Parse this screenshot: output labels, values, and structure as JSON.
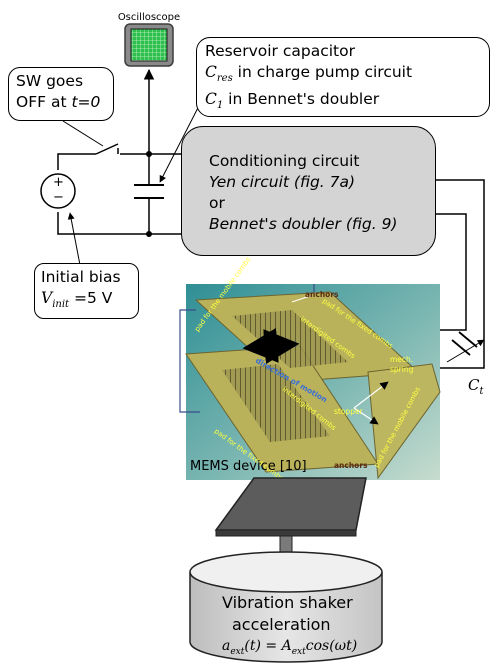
{
  "oscilloscope": {
    "label": "Oscilloscope"
  },
  "reservoir": {
    "line1": "Reservoir capacitor",
    "line2_sym": "C",
    "line2_sub": "res",
    "line2_rest": " in charge pump circuit",
    "line3_sym": "C",
    "line3_sub": "1",
    "line3_rest": " in Bennet's doubler"
  },
  "switch_note": {
    "line1": "SW goes",
    "line2": "OFF at ",
    "line2_t": "t=0"
  },
  "conditioning": {
    "line1": "Conditioning circuit",
    "line2": "Yen circuit (fig. 7a)",
    "line3": "or",
    "line4": "Bennet's doubler (fig. 9)"
  },
  "bias": {
    "line1": "Initial bias",
    "sym": "V",
    "sub": "init",
    "rest": " =5 V"
  },
  "source": {
    "plus": "+",
    "minus": "−"
  },
  "ct": {
    "sym": "C",
    "sub": "t"
  },
  "mems": {
    "caption": "MEMS device [10]",
    "anchors_top": "anchors",
    "anchors_bottom": "anchors",
    "pad_mobile_top": "pad for the mobile combs",
    "pad_fixed_top": "pad for the fixed combs",
    "pad_fixed_bottom": "pad for the fixed combs",
    "pad_mobile_right": "pad for the mobile combs",
    "combs_top": "interdigited combs",
    "combs_bottom": "interdigited combs",
    "direction": "direction of motion",
    "spring1": "mech.",
    "spring2": "spring",
    "stopper": "stopper"
  },
  "shaker": {
    "line1": "Vibration shaker",
    "line2": "acceleration",
    "eq_lhs_a": "a",
    "eq_lhs_sub": "ext",
    "eq_lhs_t": "(t) = ",
    "eq_rhs_a": "A",
    "eq_rhs_sub": "ext",
    "eq_rhs_rest": "cos(ωt)"
  },
  "colors": {
    "scope_screen": "#2fbf4f",
    "scope_body": "#8a8a8a",
    "conditioning_fill": "#d4d4d4",
    "mems_bg": "#5fa0a0",
    "mems_die": "#b9b25a",
    "mems_text": "#ffff40",
    "arrow_blue": "#3b6fd6",
    "platform": "#5c5c5c"
  }
}
